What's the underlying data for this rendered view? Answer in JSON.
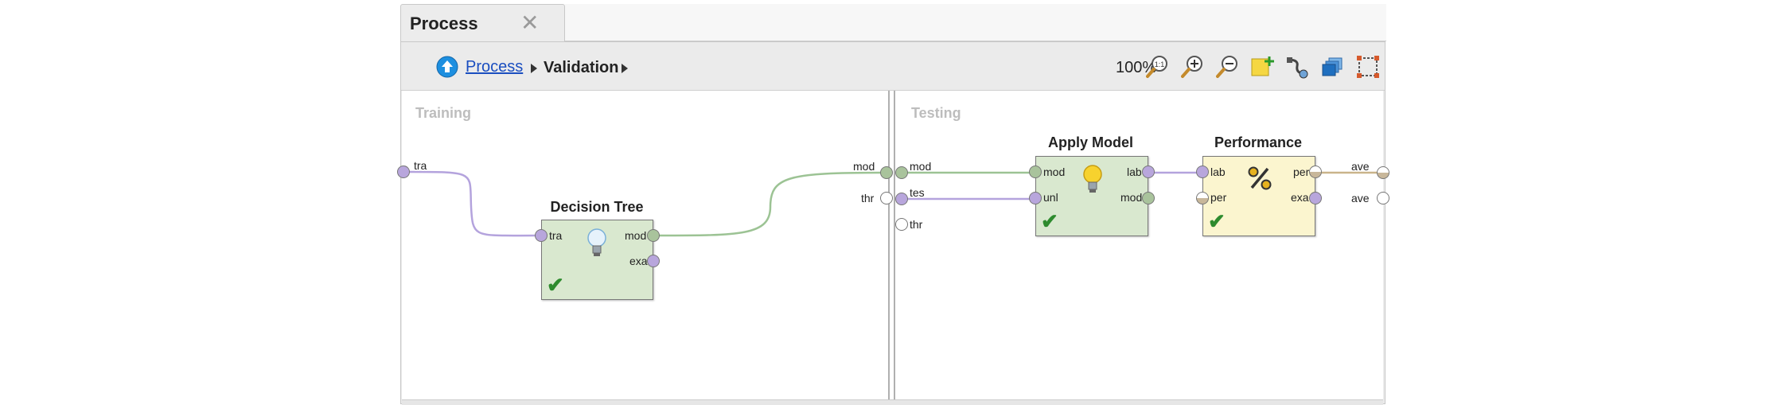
{
  "tab": {
    "label": "Process"
  },
  "breadcrumb": {
    "link": "Process",
    "current": "Validation"
  },
  "toolbar": {
    "zoom": "100%"
  },
  "sections": {
    "training": "Training",
    "testing": "Testing"
  },
  "colors": {
    "green_operator": "#d9e8cf",
    "yellow_operator": "#fbf5cf",
    "link": "#1a4ec0",
    "wire_purple": "#b4a3dd",
    "wire_green": "#9cc394"
  },
  "training_ports": {
    "tra": "tra",
    "mod": "mod",
    "thr": "thr"
  },
  "testing_ports": {
    "mod": "mod",
    "tes": "tes",
    "thr": "thr",
    "ave1": "ave",
    "ave2": "ave"
  },
  "operators": {
    "decision_tree": {
      "name": "Decision Tree",
      "in": [
        "tra"
      ],
      "out": [
        "mod",
        "exa"
      ]
    },
    "apply_model": {
      "name": "Apply Model",
      "in": [
        "mod",
        "unl"
      ],
      "out": [
        "lab",
        "mod"
      ]
    },
    "performance": {
      "name": "Performance",
      "in": [
        "lab",
        "per"
      ],
      "out": [
        "per",
        "exa"
      ]
    }
  }
}
